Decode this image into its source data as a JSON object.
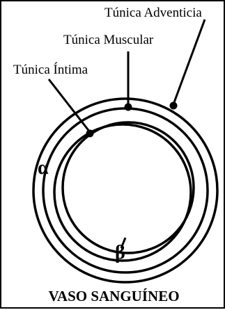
{
  "labels": {
    "adventicia": "Túnica Adventicia",
    "muscular": "Túnica Muscular",
    "intima": "Túnica Íntima"
  },
  "markers": {
    "alpha": "α",
    "beta": "β"
  },
  "caption": "VASO SANGUÍNEO",
  "colors": {
    "line": "#000000",
    "background": "#ffffff"
  }
}
